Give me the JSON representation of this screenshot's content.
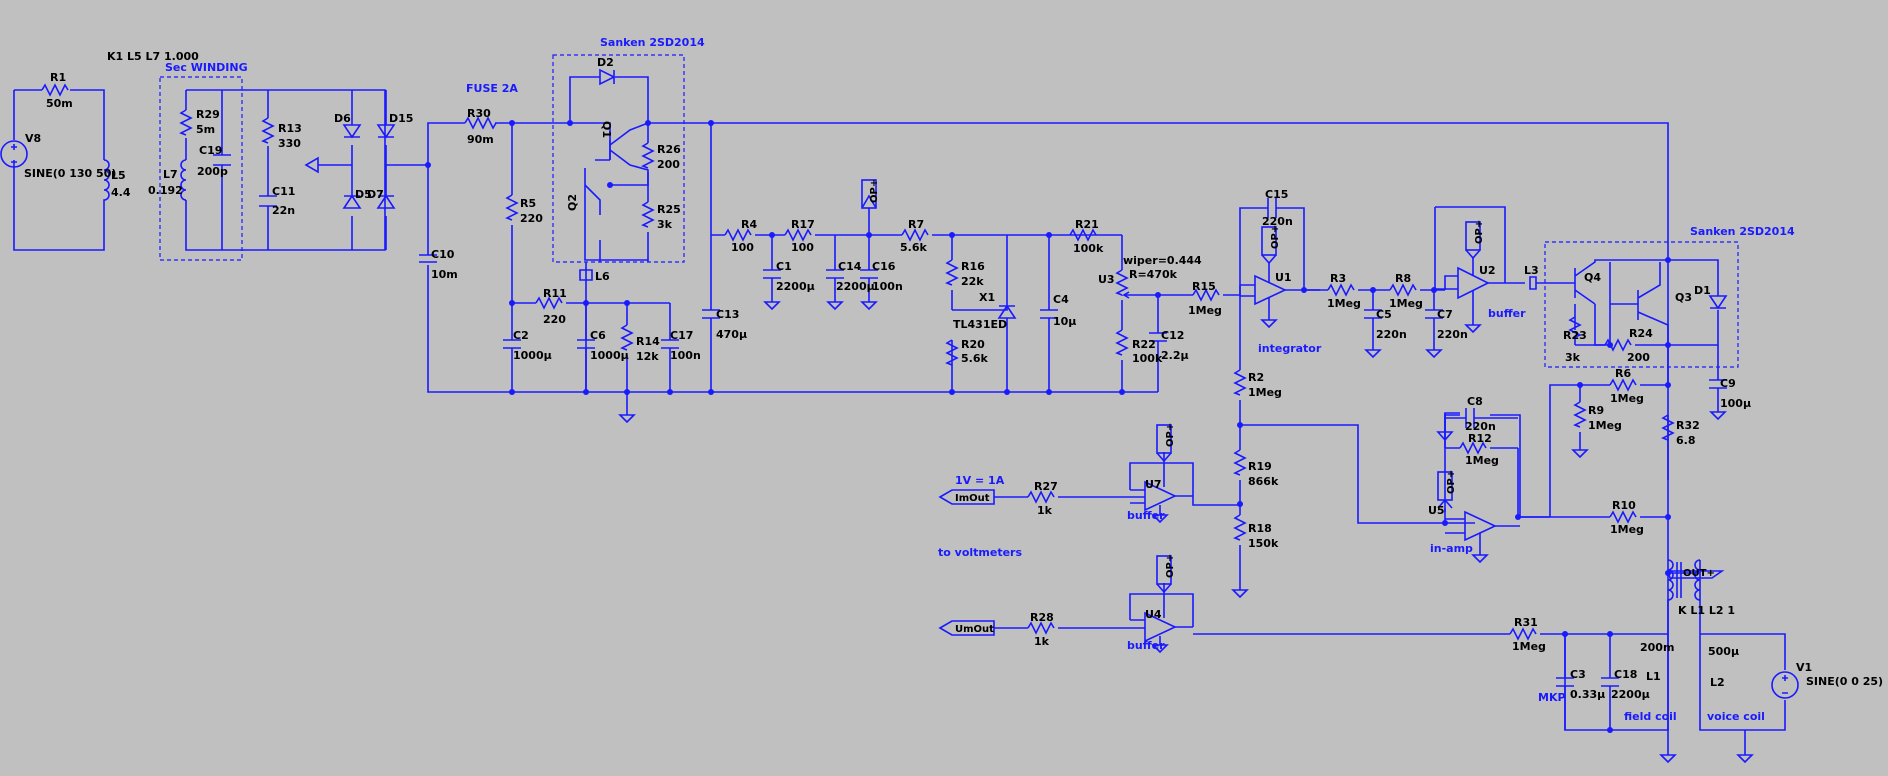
{
  "components": {
    "V8": {
      "name": "V8",
      "value": "SINE(0 130 50)"
    },
    "R1": {
      "name": "R1",
      "value": "50m"
    },
    "L5": {
      "name": "L5",
      "value": "4.4"
    },
    "coupling1": "K1 L5 L7 1.000",
    "sec_winding": "Sec WINDING",
    "R29": {
      "name": "R29",
      "value": "5m"
    },
    "L7": {
      "name": "L7",
      "value": "0.192"
    },
    "C19": {
      "name": "C19",
      "value": "200p"
    },
    "R13": {
      "name": "R13",
      "value": "330"
    },
    "C11": {
      "name": "C11",
      "value": "22n"
    },
    "D6": "D6",
    "D5": "D5",
    "D7": "D7",
    "D15": "D15",
    "C10": {
      "name": "C10",
      "value": "10m"
    },
    "fuse": "FUSE 2A",
    "R30": {
      "name": "R30",
      "value": "90m"
    },
    "sanken1": "Sanken 2SD2014",
    "D2": "D2",
    "Q1": "Q1",
    "Q2": "Q2",
    "R26": {
      "name": "R26",
      "value": "200"
    },
    "R25": {
      "name": "R25",
      "value": "3k"
    },
    "R5": {
      "name": "R5",
      "value": "220"
    },
    "L6": "L6",
    "R11": {
      "name": "R11",
      "value": "220"
    },
    "C2": {
      "name": "C2",
      "value": "1000µ"
    },
    "C6": {
      "name": "C6",
      "value": "1000µ"
    },
    "R14": {
      "name": "R14",
      "value": "12k"
    },
    "C17": {
      "name": "C17",
      "value": "100n"
    },
    "C13": {
      "name": "C13",
      "value": "470µ"
    },
    "R4": {
      "name": "R4",
      "value": "100"
    },
    "C1": {
      "name": "C1",
      "value": "2200µ"
    },
    "R17": {
      "name": "R17",
      "value": "100"
    },
    "C14": {
      "name": "C14",
      "value": "2200µ"
    },
    "C16": {
      "name": "C16",
      "value": "100n"
    },
    "R7": {
      "name": "R7",
      "value": "5.6k"
    },
    "R16": {
      "name": "R16",
      "value": "22k"
    },
    "X1": {
      "name": "X1",
      "value": "TL431ED"
    },
    "R20": {
      "name": "R20",
      "value": "5.6k"
    },
    "C4": {
      "name": "C4",
      "value": "10µ"
    },
    "R21": {
      "name": "R21",
      "value": "100k"
    },
    "U3": "U3",
    "wiper": "wiper=0.444",
    "Rpot": "R=470k",
    "R22": {
      "name": "R22",
      "value": "100k"
    },
    "C12": {
      "name": "C12",
      "value": "2.2µ"
    },
    "R15": {
      "name": "R15",
      "value": "1Meg"
    },
    "C15": {
      "name": "C15",
      "value": "220n"
    },
    "U1": "U1",
    "integrator": "integrator",
    "R3": {
      "name": "R3",
      "value": "1Meg"
    },
    "C5": {
      "name": "C5",
      "value": "220n"
    },
    "R8": {
      "name": "R8",
      "value": "1Meg"
    },
    "C7": {
      "name": "C7",
      "value": "220n"
    },
    "U2": "U2",
    "buffer": "buffer",
    "L3": "L3",
    "sanken2": "Sanken 2SD2014",
    "Q4": "Q4",
    "Q3": "Q3",
    "D1": "D1",
    "R23": {
      "name": "R23",
      "value": "3k"
    },
    "R24": {
      "name": "R24",
      "value": "200"
    },
    "C9": {
      "name": "C9",
      "value": "100µ"
    },
    "R6": {
      "name": "R6",
      "value": "1Meg"
    },
    "R9": {
      "name": "R9",
      "value": "1Meg"
    },
    "R32": {
      "name": "R32",
      "value": "6.8"
    },
    "R2": {
      "name": "R2",
      "value": "1Meg"
    },
    "R19": {
      "name": "R19",
      "value": "866k"
    },
    "R18": {
      "name": "R18",
      "value": "150k"
    },
    "C8": {
      "name": "C8",
      "value": "220n"
    },
    "R12": {
      "name": "R12",
      "value": "1Meg"
    },
    "U5": "U5",
    "inamp": "in-amp",
    "R10": {
      "name": "R10",
      "value": "1Meg"
    },
    "scale": "1V = 1A",
    "R27": {
      "name": "R27",
      "value": "1k"
    },
    "U7": "U7",
    "voltmeters": "to voltmeters",
    "R28": {
      "name": "R28",
      "value": "1k"
    },
    "U4": "U4",
    "R31": {
      "name": "R31",
      "value": "1Meg"
    },
    "C3": {
      "name": "C3",
      "value": "0.33µ"
    },
    "mkp": "MKP",
    "C18": {
      "name": "C18",
      "value": "2200µ"
    },
    "L1": {
      "name": "L1",
      "value": "200m"
    },
    "L2": {
      "name": "L2",
      "value": "500µ"
    },
    "coupling2": "K L1 L2 1",
    "field_coil": "field coil",
    "voice_coil": "voice coil",
    "V1": {
      "name": "V1",
      "value": "SINE(0 0 25)"
    }
  },
  "ports": {
    "imout": "ImOut",
    "umout": "UmOut",
    "outp": "OUT+",
    "opp": "OP+"
  }
}
